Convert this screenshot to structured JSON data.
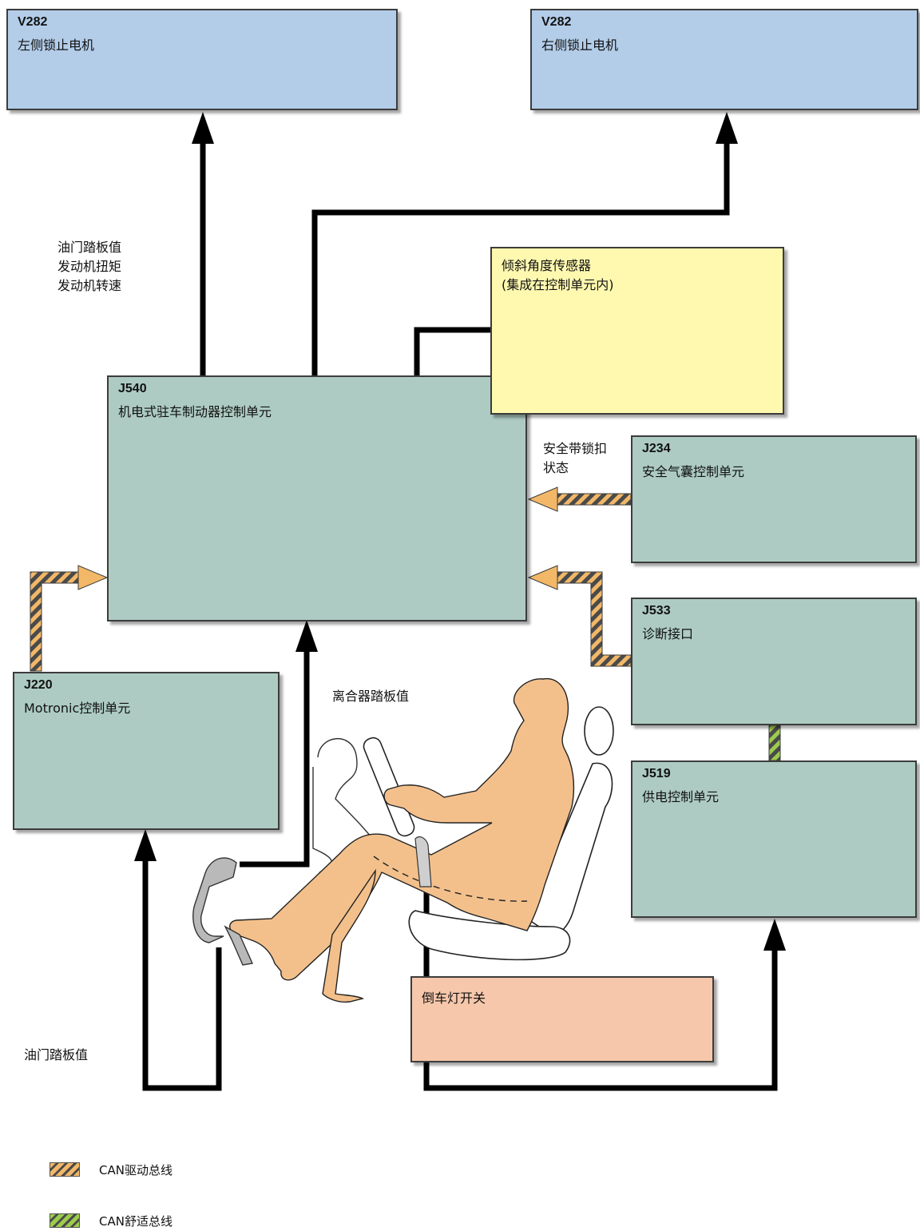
{
  "boxes": {
    "v282_left": {
      "code": "V282",
      "name": "左侧锁止电机"
    },
    "v282_right": {
      "code": "V282",
      "name": "右侧锁止电机"
    },
    "tilt_sensor": {
      "line1": "倾斜角度传感器",
      "line2": "(集成在控制单元内)"
    },
    "j540": {
      "code": "J540",
      "name": "机电式驻车制动器控制单元"
    },
    "j234": {
      "code": "J234",
      "name": "安全气囊控制单元"
    },
    "j533": {
      "code": "J533",
      "name": "诊断接口"
    },
    "j220": {
      "code": "J220",
      "name": "Motronic控制单元"
    },
    "j519": {
      "code": "J519",
      "name": "供电控制单元"
    },
    "reverse_switch": {
      "name": "倒车灯开关"
    }
  },
  "signals": {
    "engine_signals": [
      "油门踏板值",
      "发动机扭矩",
      "发动机转速"
    ],
    "seatbelt": [
      "安全带锁扣",
      "状态"
    ],
    "clutch": "离合器踏板值",
    "accelerator": "油门踏板值"
  },
  "legend": [
    {
      "label": "CAN驱动总线",
      "pattern": "drive"
    },
    {
      "label": "CAN舒适总线",
      "pattern": "comfort"
    }
  ],
  "colors": {
    "motor_box": "#b3cde9",
    "control_unit_box": "#adcbc2",
    "sensor_box": "#fff9b0",
    "switch_box": "#f6c7ab",
    "can_drive": "#f2b868",
    "can_comfort": "#9ccc4c",
    "body": "#f3c08c"
  }
}
